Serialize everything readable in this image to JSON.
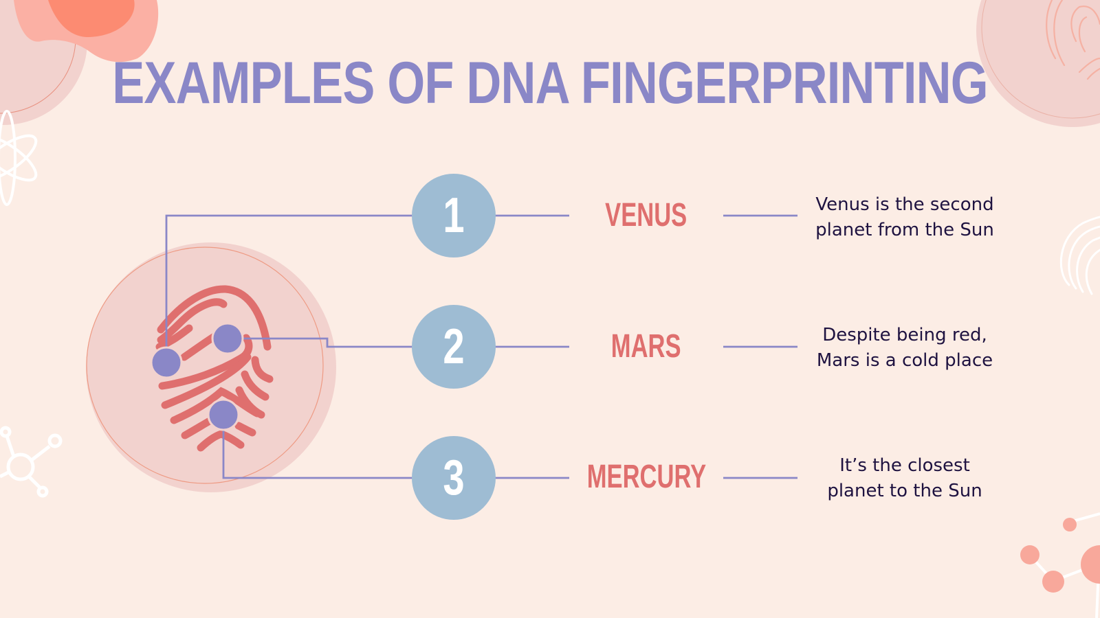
{
  "slide": {
    "title": "EXAMPLES OF DNA FINGERPRINTING",
    "colors": {
      "background": "#fcede5",
      "title": "#8a87c7",
      "connector": "#8a87c7",
      "number_circle": "#9ebcd3",
      "label": "#df6f6e",
      "description": "#1e1240",
      "fingerprint": "#df6f6e",
      "fingerprint_bg": "#f2d2ce"
    },
    "items": [
      {
        "number": "1",
        "label": "VENUS",
        "description_line1": "Venus is the second",
        "description_line2": "planet from the Sun"
      },
      {
        "number": "2",
        "label": "MARS",
        "description_line1": "Despite being red,",
        "description_line2": "Mars is a cold place"
      },
      {
        "number": "3",
        "label": "MERCURY",
        "description_line1": "It’s the closest",
        "description_line2": "planet to the Sun"
      }
    ],
    "icons": {
      "main": "fingerprint-icon",
      "decorations": [
        "blob-shape",
        "atom-icon",
        "molecule-icon",
        "fingerprint-icon",
        "molecule-icon"
      ]
    }
  }
}
